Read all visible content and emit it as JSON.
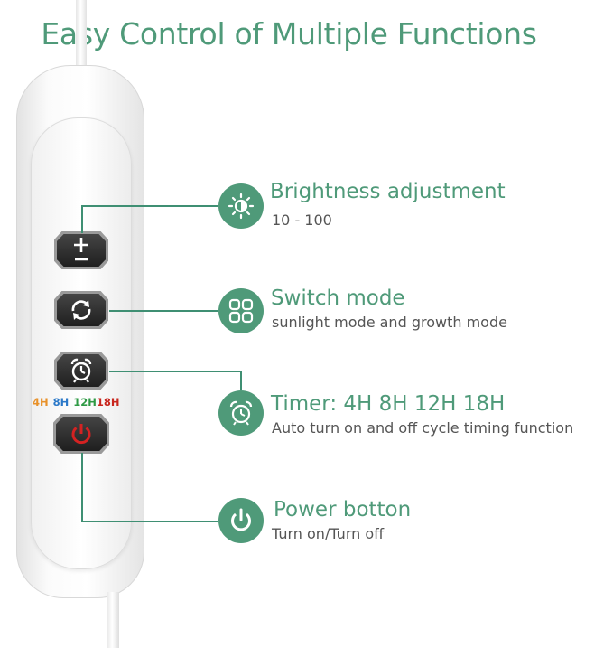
{
  "title": "Easy Control of Multiple Functions",
  "colors": {
    "accent": "#4f9a79",
    "timer_4h": "#e8912a",
    "timer_8h": "#2a78c8",
    "timer_12h": "#2f9a45",
    "timer_18h": "#c8261e",
    "power": "#d42222"
  },
  "controller": {
    "buttons": [
      {
        "icon": "plus-minus-icon"
      },
      {
        "icon": "cycle-arrows-icon"
      },
      {
        "icon": "alarm-clock-icon"
      },
      {
        "icon": "power-icon"
      }
    ],
    "timer_labels": [
      "4H",
      "8H",
      "12H",
      "18H"
    ]
  },
  "features": [
    {
      "icon": "brightness-icon",
      "title": "Brightness adjustment",
      "desc": "10 - 100"
    },
    {
      "icon": "grid-mode-icon",
      "title": "Switch mode",
      "desc": "sunlight mode and growth mode"
    },
    {
      "icon": "alarm-clock-icon",
      "title": "Timer: 4H 8H 12H 18H",
      "desc": "Auto turn on and off cycle timing function"
    },
    {
      "icon": "power-icon",
      "title": "Power botton",
      "desc": "Turn on/Turn off"
    }
  ]
}
